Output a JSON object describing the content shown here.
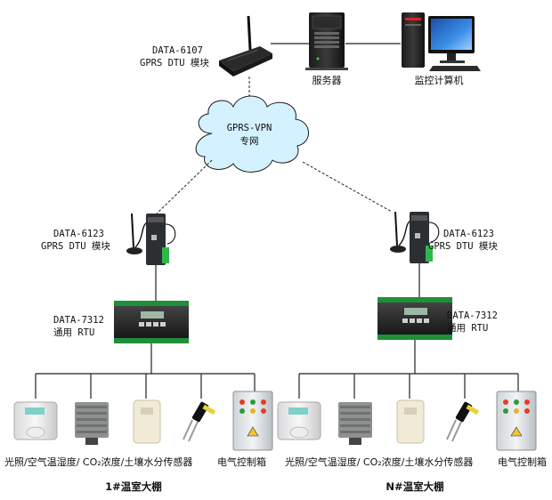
{
  "top": {
    "gateway_model": "DATA-6107",
    "gateway_type": "GPRS DTU 模块",
    "server_label": "服务器",
    "monitor_label": "监控计算机"
  },
  "cloud": {
    "line1": "GPRS-VPN",
    "line2": "专网"
  },
  "left": {
    "dtu_model": "DATA-6123",
    "dtu_type": "GPRS DTU 模块",
    "rtu_model": "DATA-7312",
    "rtu_type": "通用 RTU",
    "sensors_caption": "光照/空气温湿度/ CO₂浓度/土壤水分传感器",
    "cabinet_caption": "电气控制箱",
    "greenhouse": "1#温室大棚"
  },
  "right": {
    "dtu_model": "DATA-6123",
    "dtu_type": "GPRS DTU 模块",
    "rtu_model": "DATA-7312",
    "rtu_type": "通用 RTU",
    "sensors_caption": "光照/空气温湿度/ CO₂浓度/土壤水分传感器",
    "cabinet_caption": "电气控制箱",
    "greenhouse": "N#温室大棚"
  }
}
